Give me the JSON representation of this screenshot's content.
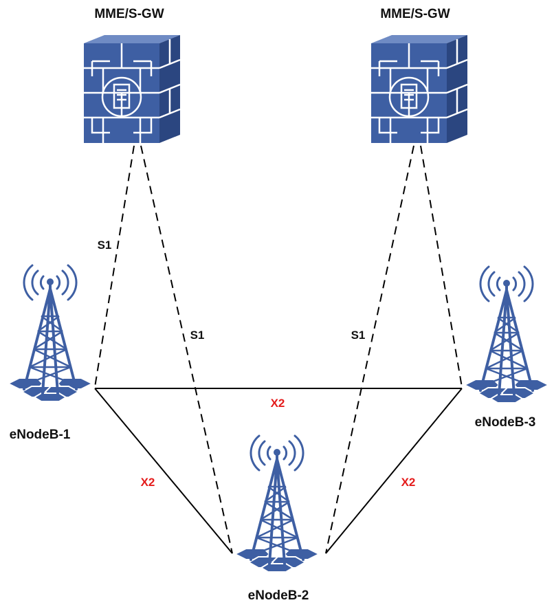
{
  "diagram": {
    "nodes": {
      "mme1": {
        "label": "MME/S-GW",
        "icon": "firewall-server-icon"
      },
      "mme2": {
        "label": "MME/S-GW",
        "icon": "firewall-server-icon"
      },
      "enb1": {
        "label": "eNodeB-1",
        "icon": "radio-tower-icon"
      },
      "enb2": {
        "label": "eNodeB-2",
        "icon": "radio-tower-icon"
      },
      "enb3": {
        "label": "eNodeB-3",
        "icon": "radio-tower-icon"
      }
    },
    "links": {
      "s1_mme1_enb1": "S1",
      "s1_mme1_enb2": "S1",
      "s1_mme2_enb2": "S1",
      "x2_enb1_enb3": "X2",
      "x2_enb1_enb2": "X2",
      "x2_enb2_enb3": "X2"
    },
    "colors": {
      "icon_fill": "#3e5fa3",
      "icon_light": "#6f8bc4",
      "icon_dark": "#2b4680",
      "s1_label": "#111111",
      "x2_label": "#e41b1b",
      "line": "#000000"
    }
  }
}
